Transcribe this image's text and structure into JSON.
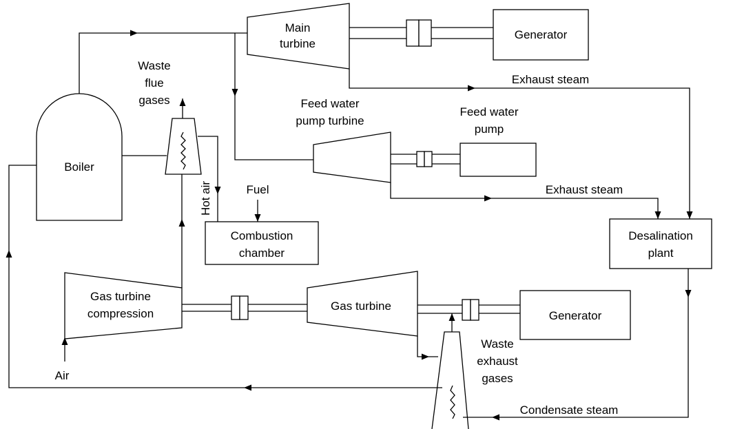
{
  "labels": {
    "main_turbine_1": "Main",
    "main_turbine_2": "turbine",
    "generator_top": "Generator",
    "waste_flue_1": "Waste",
    "waste_flue_2": "flue",
    "waste_flue_3": "gases",
    "exhaust_steam_top": "Exhaust steam",
    "fw_pump_turbine_1": "Feed water",
    "fw_pump_turbine_2": "pump turbine",
    "fw_pump_1": "Feed water",
    "fw_pump_2": "pump",
    "boiler": "Boiler",
    "fuel": "Fuel",
    "hot_air": "Hot air",
    "exhaust_steam_mid": "Exhaust steam",
    "combustion_1": "Combustion",
    "combustion_2": "chamber",
    "desal_1": "Desalination",
    "desal_2": "plant",
    "gt_comp_1": "Gas turbine",
    "gt_comp_2": "compression",
    "gas_turbine": "Gas turbine",
    "generator_bottom": "Generator",
    "waste_exhaust_1": "Waste",
    "waste_exhaust_2": "exhaust",
    "waste_exhaust_3": "gases",
    "air": "Air",
    "condensate": "Condensate steam"
  }
}
